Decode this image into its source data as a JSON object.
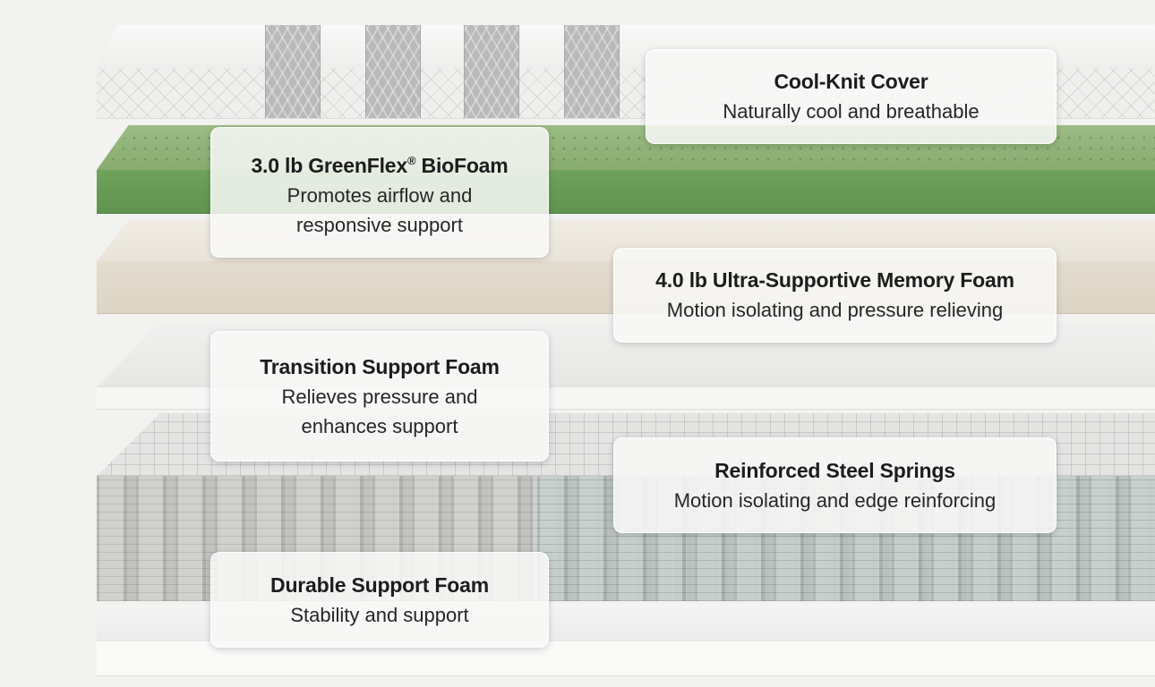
{
  "layers": [
    {
      "title": "Cool-Knit Cover",
      "desc_lines": [
        "Naturally cool and breathable"
      ]
    },
    {
      "title_main": "3.0 lb GreenFlex",
      "title_mark": "®",
      "title_end": " BioFoam",
      "desc_lines": [
        "Promotes airflow and",
        "responsive support"
      ]
    },
    {
      "title": "4.0 lb Ultra-Supportive Memory Foam",
      "desc_lines": [
        "Motion isolating and pressure relieving"
      ]
    },
    {
      "title": "Transition Support Foam",
      "desc_lines": [
        "Relieves pressure and",
        "enhances support"
      ]
    },
    {
      "title": "Reinforced Steel Springs",
      "desc_lines": [
        "Motion isolating and edge reinforcing"
      ]
    },
    {
      "title": "Durable Support Foam",
      "desc_lines": [
        "Stability and support"
      ]
    }
  ],
  "colors": {
    "background": "#f2f2f0",
    "green_foam": "#6fa35b",
    "memory_foam": "#e4ddcf",
    "label_text": "#1c1c1c"
  }
}
